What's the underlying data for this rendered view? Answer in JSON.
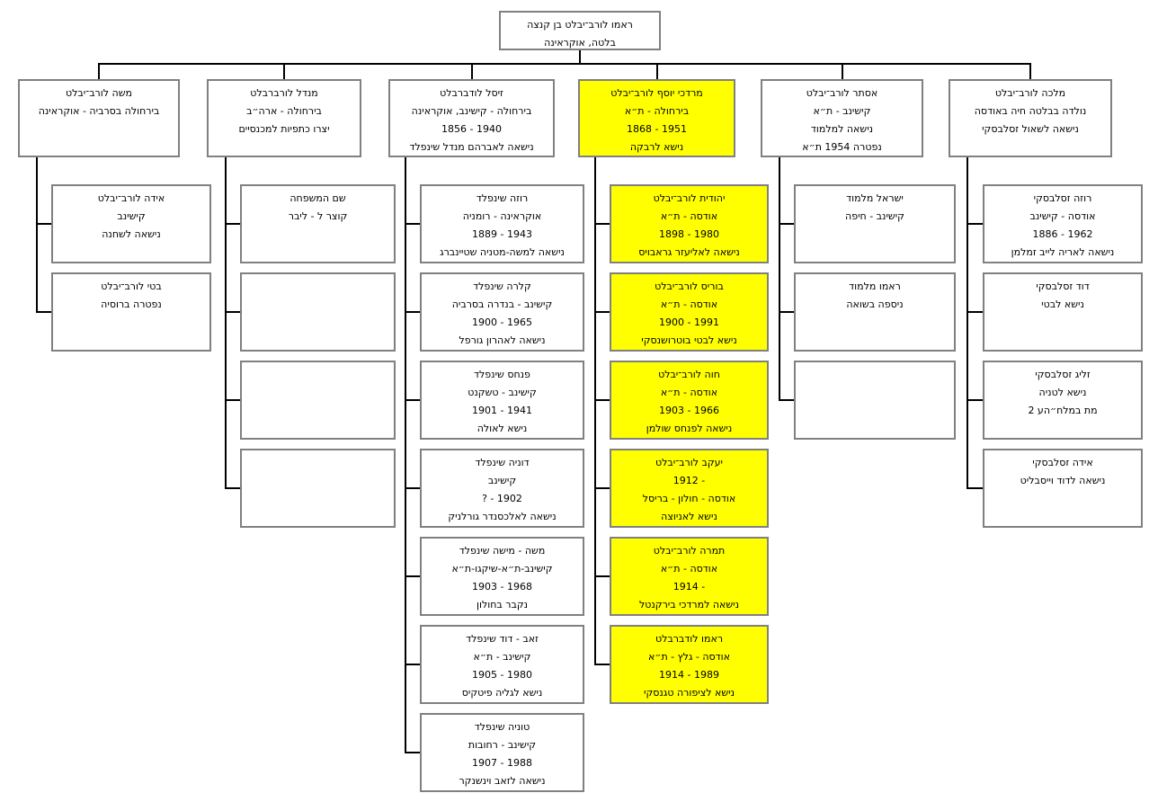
{
  "colors": {
    "highlight": "#ffff00",
    "box_border": "#808080",
    "connector": "#000000",
    "background": "#ffffff"
  },
  "root": {
    "lines": [
      "הצנק ןב טלבי־ברול ומאר",
      "הניארקוא ,הטלב"
    ]
  },
  "columns": [
    {
      "highlighted": false,
      "header": {
        "lines": [
          "טלבי־ברול השמ",
          "הניארקוא - היברסב הלוחריב"
        ]
      },
      "children": [
        {
          "lines": [
            "טלבי־ברול הדיא",
            "בנישיק",
            "הנחשל האשינ"
          ]
        },
        {
          "lines": [
            "טלבי־ברול יטב",
            "היסורב הרטפנ"
          ]
        }
      ]
    },
    {
      "highlighted": false,
      "header": {
        "lines": [
          "טלברברול לדנמ",
          "ב״הרא - הלוחריב",
          "םייסנכמל תויפתכ ורצי"
        ]
      },
      "children": [
        {
          "lines": [
            "החפשמה םש",
            "רביל - ל רצוק"
          ]
        },
        {
          "lines": []
        },
        {
          "lines": []
        },
        {
          "lines": []
        }
      ]
    },
    {
      "highlighted": false,
      "header": {
        "lines": [
          "טלברבדול לסיז",
          "הניארקוא ,בנישיק - הלוחריב",
          "1856 - 1940",
          "דלפניש לדנמ םהרבאל האשינ"
        ]
      },
      "children": [
        {
          "lines": [
            "דלפניש הזור",
            "הינמור - הניארקוא",
            "1889 - 1943",
            "גרבנייטש הינטמ-השמל האשינ"
          ]
        },
        {
          "lines": [
            "דלפניש הרלק",
            "היברסב הרדנב - בנישיק",
            "1900 - 1965",
            "לפרוג ןורהאל האשינ"
          ]
        },
        {
          "lines": [
            "דלפניש סחנפ",
            "טנקשט - בנישיק",
            "1901 - 1941",
            "הלואל אשינ"
          ]
        },
        {
          "lines": [
            "דלפניש הינוד",
            "בנישיק",
            "? - 1902",
            "קינלרוג רדנסכלאל האשינ"
          ]
        },
        {
          "lines": [
            "דלפניש השימ - השמ",
            "א״ת-וגקיש-א״ת-בנישיק",
            "1903 - 1968",
            "ןולוחב רבקנ"
          ]
        },
        {
          "lines": [
            "דלפניש דוד - באז",
            "א״ת - בנישיק",
            "1905 - 1980",
            "סיקטיפ הילגל אשינ"
          ]
        },
        {
          "lines": [
            "דלפניש הינוט",
            "תובוחר - בנישיק",
            "1907 - 1988",
            "רקנשניו באזל האשינ"
          ]
        }
      ]
    },
    {
      "highlighted": true,
      "header": {
        "lines": [
          "טלבי־ברול ףסוי יכדרמ",
          "א״ת - הלוחריב",
          "1868 - 1951",
          "הקברל אשינ"
        ]
      },
      "children": [
        {
          "lines": [
            "טלבי־ברול תידוהי",
            "א״ת - הסדוא",
            "1898 - 1980",
            "סיובארג רזעילאל האשינ"
          ]
        },
        {
          "lines": [
            "טלבי־ברול סירוב",
            "א״ת - הסדוא",
            "1900 - 1991",
            "יקסנשורטוב יטבל אשינ"
          ]
        },
        {
          "lines": [
            "טלבי־ברול הוח",
            "א״ת - הסדוא",
            "1903 - 1966",
            "ןמלוש סחנפל האשינ"
          ]
        },
        {
          "lines": [
            "טלבי־ברול בקעי",
            "1912 -",
            "לסירב - ןולוח - הסדוא",
            "הצוינאל אשינ"
          ]
        },
        {
          "lines": [
            "טלבי־ברול הרמת",
            "א״ת - הסדוא",
            "1914 -",
            "לטנקריב יכדרמל האשינ"
          ]
        },
        {
          "lines": [
            "טלברבדול ומאר",
            "א״ת - ץלג - הסדוא",
            "1914 - 1989",
            "יקסנגט הרופיצל אשינ"
          ]
        }
      ]
    },
    {
      "highlighted": false,
      "header": {
        "lines": [
          "טלבי־ברול רתסא",
          "א״ת - בנישיק",
          "דומלמל האשינ",
          "א״ת 1954 הרטפנ"
        ]
      },
      "children": [
        {
          "lines": [
            "דומלמ לארשי",
            "הפיח - בנישיק"
          ]
        },
        {
          "lines": [
            "דומלמ ומאר",
            "האושב הפסינ"
          ]
        },
        {
          "lines": []
        }
      ]
    },
    {
      "highlighted": false,
      "header": {
        "lines": [
          "טלבי־ברול הכלמ",
          "הסדואב היח הטלבב הדלונ",
          "יקסבלסז לואשל האשינ"
        ]
      },
      "children": [
        {
          "lines": [
            "יקסבלסז הזור",
            "בנישיק - הסדוא",
            "1886 - 1962",
            "ןמלמז בייל היראל האשינ"
          ]
        },
        {
          "lines": [
            "יקסבלסז דוד",
            "יטבל אשינ"
          ]
        },
        {
          "lines": [
            "יקסבלסז גילז",
            "הינטל אשינ",
            "2 עה״חלמב תמ"
          ]
        },
        {
          "lines": [
            "יקסבלסז הדיא",
            "טילבסייו דודל האשינ"
          ]
        }
      ]
    }
  ]
}
